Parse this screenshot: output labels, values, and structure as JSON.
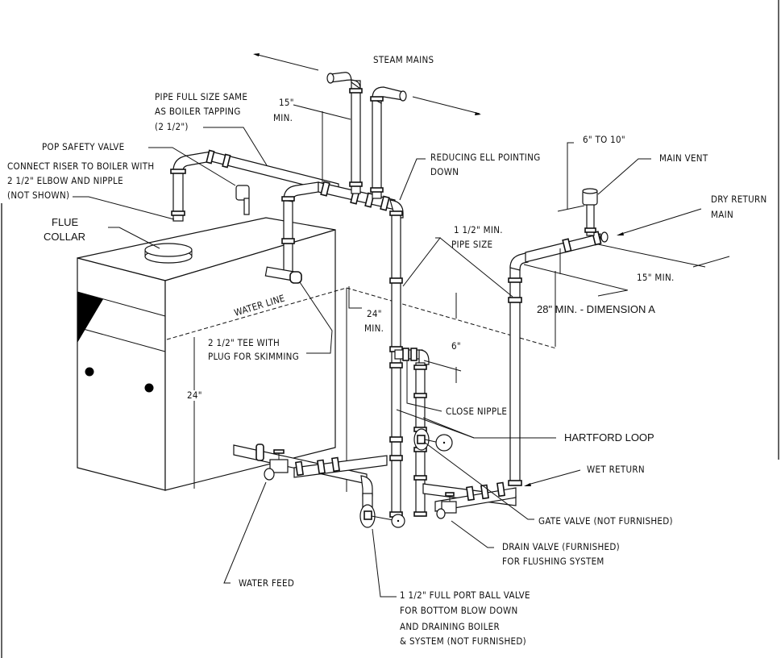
{
  "title": "Steam boiler near-boiler piping diagram with Hartford loop",
  "colors": {
    "ink": "#111111",
    "paper": "#ffffff"
  },
  "labels": {
    "steam_mains": "STEAM MAINS",
    "pipe_full_size": [
      "PIPE FULL SIZE SAME",
      "AS BOILER TAPPING",
      "(2 1/2\")"
    ],
    "dim_15_top": [
      "15\"",
      "MIN."
    ],
    "pop_safety_valve": "POP SAFETY VALVE",
    "connect_riser": [
      "CONNECT RISER TO BOILER WITH",
      "2 1/2\" ELBOW AND NIPPLE",
      "(NOT SHOWN)"
    ],
    "flue_collar": [
      "FLUE",
      "COLLAR"
    ],
    "reducing_ell": [
      "REDUCING ELL POINTING",
      "DOWN"
    ],
    "dim_6_to_10": "6\" TO 10\"",
    "main_vent": "MAIN VENT",
    "dry_return_main": [
      "DRY RETURN",
      "MAIN"
    ],
    "min_pipe_size": [
      "1 1/2\" MIN.",
      "PIPE SIZE"
    ],
    "dim_15_right": "15\" MIN.",
    "dimension_a": "28\" MIN. - DIMENSION A",
    "water_line": "WATER LINE",
    "dim_24_mid": [
      "24\"",
      "MIN."
    ],
    "tee_skimming": [
      "2 1/2\" TEE WITH",
      "PLUG FOR SKIMMING"
    ],
    "dim_6": "6\"",
    "dim_24_left": "24\"",
    "close_nipple": "CLOSE NIPPLE",
    "hartford_loop": "HARTFORD LOOP",
    "wet_return": "WET RETURN",
    "gate_valve": "GATE VALVE (NOT FURNISHED)",
    "drain_valve": [
      "DRAIN VALVE (FURNISHED)",
      "FOR FLUSHING SYSTEM"
    ],
    "water_feed": "WATER FEED",
    "ball_valve": [
      "1 1/2\" FULL PORT BALL VALVE",
      "FOR BOTTOM BLOW DOWN",
      "AND DRAINING  BOILER",
      "& SYSTEM (NOT FURNISHED)"
    ]
  }
}
